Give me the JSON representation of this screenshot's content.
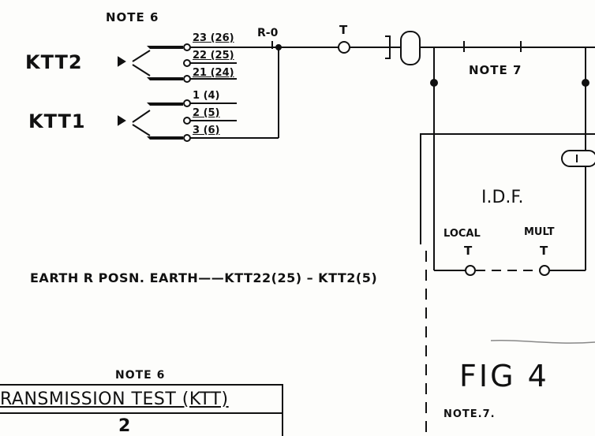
{
  "notes": {
    "note6_top": "NOTE 6",
    "note7_top": "NOTE 7",
    "note6_bottom": "NOTE 6",
    "note7_bottom": "NOTE.7."
  },
  "keys": {
    "ktt2": "KTT2",
    "ktt1": "KTT1"
  },
  "ktt2_pins": [
    "23 (26)",
    "22 (25)",
    "21 (24)"
  ],
  "ktt1_pins": [
    "1  (4)",
    "2  (5)",
    "3  (6)"
  ],
  "labels": {
    "r0": "R-0",
    "t_top": "T",
    "idf": "I.D.F.",
    "local": "LOCAL",
    "mult": "MULT",
    "t_local": "T",
    "t_mult": "T"
  },
  "earth_text": "EARTH R  POSN. EARTH——KTT22(25) – KTT2(5)",
  "fig_label": "FIG 4",
  "title_block": {
    "title": "RANSMISSION TEST (KTT)",
    "number": "2"
  }
}
